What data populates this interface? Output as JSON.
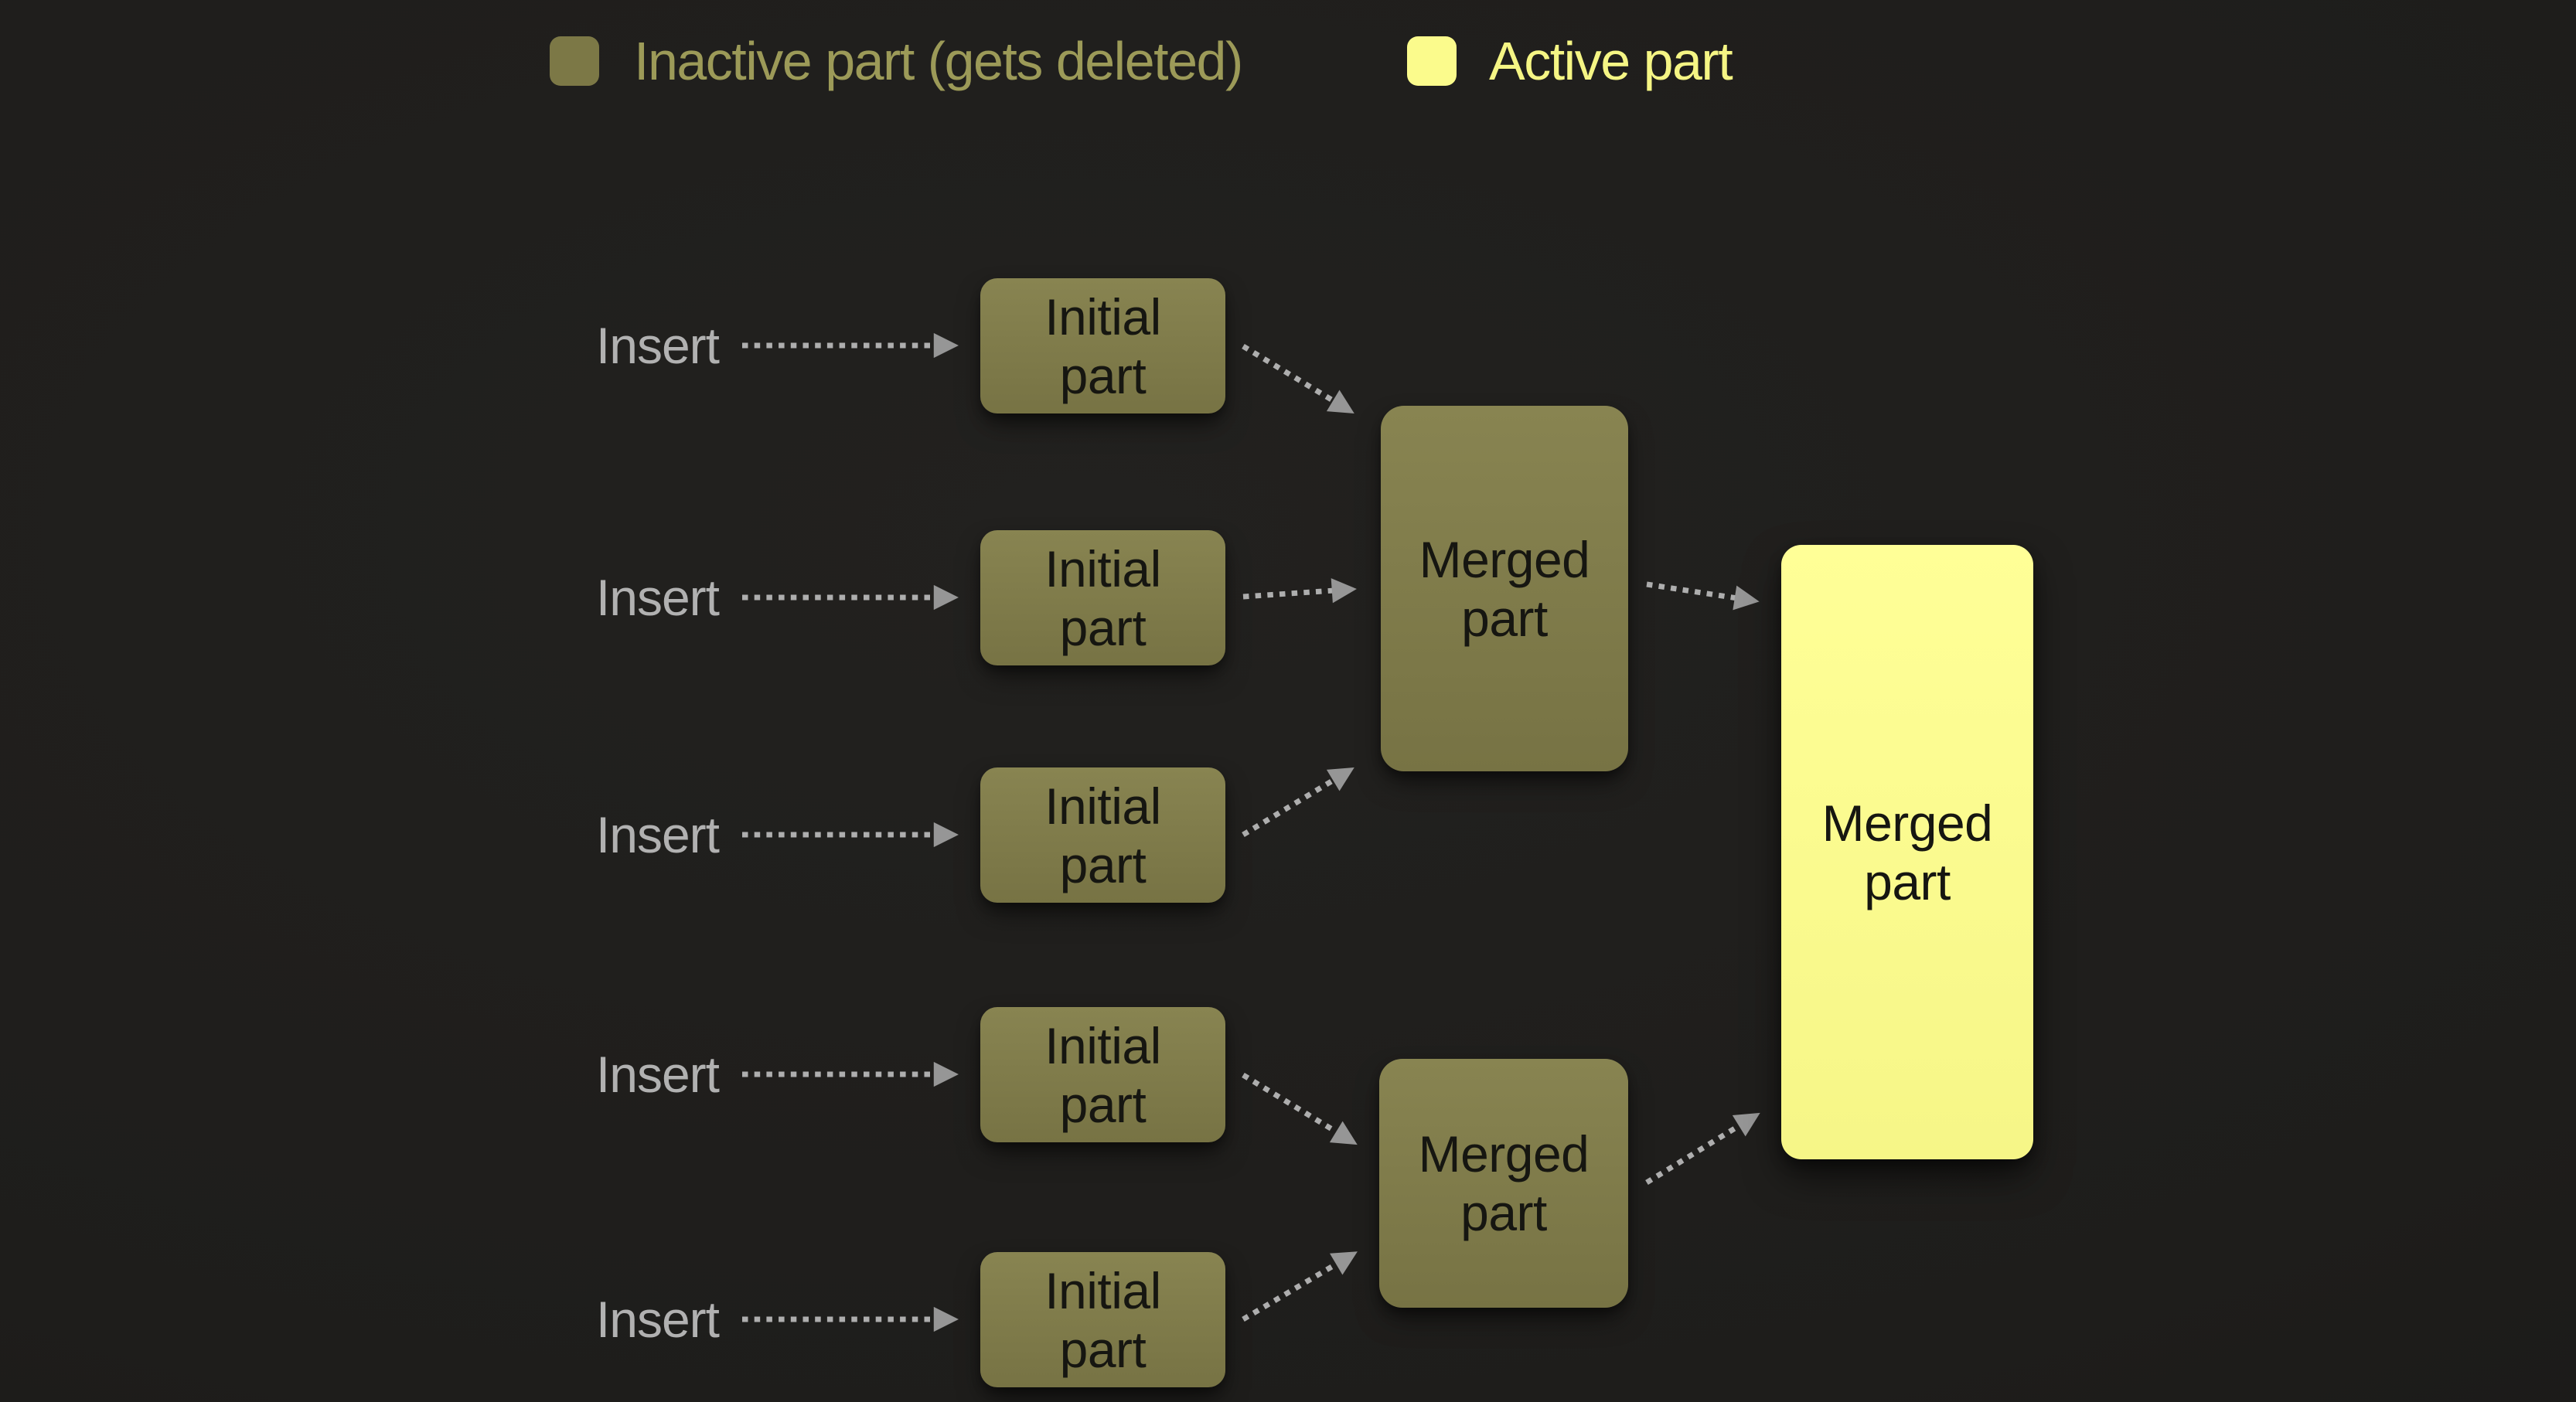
{
  "diagram": {
    "legend": {
      "inactive_label": "Inactive part (gets deleted)",
      "active_label": "Active part"
    },
    "insert_label": "Insert",
    "initial_label": "Initial part",
    "merged_label": "Merged part"
  },
  "colors": {
    "background": "#22211f",
    "background_edge": "#171615",
    "inactive_swatch": "#7c7846",
    "inactive_text": "#9c9a58",
    "active_swatch": "#fbfb8c",
    "active_text": "#f5f584",
    "inactive_box_top": "#888451",
    "inactive_box_bottom": "#777344",
    "active_box_top": "#ffff97",
    "active_box_bottom": "#f6f687",
    "box_text": "#161611",
    "insert_text": "#b1b1b1",
    "arrow_dash": "#aeaeae",
    "arrow_head": "#969696"
  }
}
